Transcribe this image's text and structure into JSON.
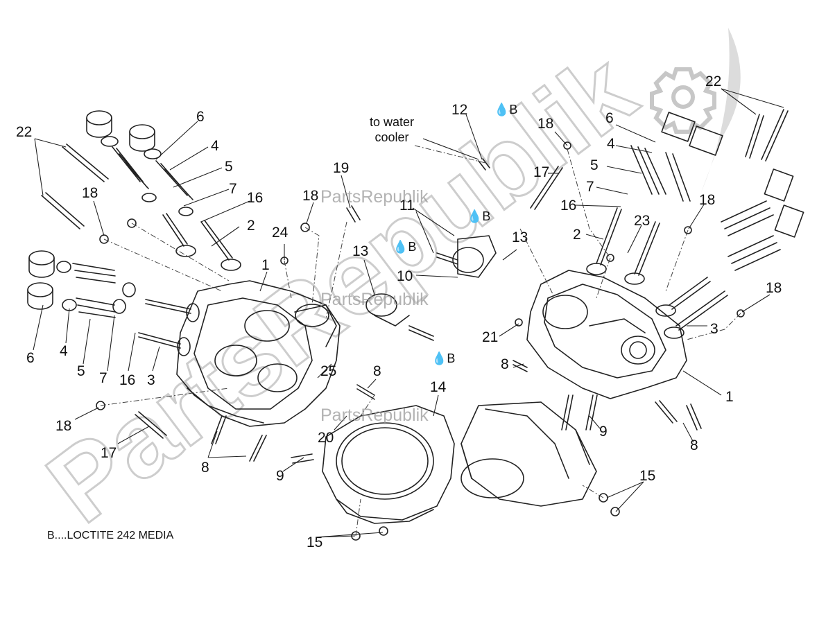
{
  "diagram": {
    "callouts": [
      {
        "id": "c22a",
        "label": "22"
      },
      {
        "id": "c6a",
        "label": "6"
      },
      {
        "id": "c4a",
        "label": "4"
      },
      {
        "id": "c5a",
        "label": "5"
      },
      {
        "id": "c7a",
        "label": "7"
      },
      {
        "id": "c16a",
        "label": "16"
      },
      {
        "id": "c2a",
        "label": "2"
      },
      {
        "id": "c18a",
        "label": "18"
      },
      {
        "id": "c19",
        "label": "19"
      },
      {
        "id": "c18b",
        "label": "18"
      },
      {
        "id": "c24",
        "label": "24"
      },
      {
        "id": "c1a",
        "label": "1"
      },
      {
        "id": "c6b",
        "label": "6"
      },
      {
        "id": "c4b",
        "label": "4"
      },
      {
        "id": "c5b",
        "label": "5"
      },
      {
        "id": "c7b",
        "label": "7"
      },
      {
        "id": "c16b",
        "label": "16"
      },
      {
        "id": "c3a",
        "label": "3"
      },
      {
        "id": "c18c",
        "label": "18"
      },
      {
        "id": "c17a",
        "label": "17"
      },
      {
        "id": "c8a",
        "label": "8"
      },
      {
        "id": "c25",
        "label": "25"
      },
      {
        "id": "c8b",
        "label": "8"
      },
      {
        "id": "c20",
        "label": "20"
      },
      {
        "id": "c9a",
        "label": "9"
      },
      {
        "id": "c15a",
        "label": "15"
      },
      {
        "id": "c14",
        "label": "14"
      },
      {
        "id": "c12",
        "label": "12"
      },
      {
        "id": "c11",
        "label": "11"
      },
      {
        "id": "c13a",
        "label": "13"
      },
      {
        "id": "c13b",
        "label": "13"
      },
      {
        "id": "c10",
        "label": "10"
      },
      {
        "id": "c18d",
        "label": "18"
      },
      {
        "id": "c17b",
        "label": "17"
      },
      {
        "id": "c16c",
        "label": "16"
      },
      {
        "id": "c6c",
        "label": "6"
      },
      {
        "id": "c4c",
        "label": "4"
      },
      {
        "id": "c5c",
        "label": "5"
      },
      {
        "id": "c7c",
        "label": "7"
      },
      {
        "id": "c2b",
        "label": "2"
      },
      {
        "id": "c23",
        "label": "23"
      },
      {
        "id": "c22b",
        "label": "22"
      },
      {
        "id": "c18e",
        "label": "18"
      },
      {
        "id": "c18f",
        "label": "18"
      },
      {
        "id": "c3b",
        "label": "3"
      },
      {
        "id": "c21",
        "label": "21"
      },
      {
        "id": "c8c",
        "label": "8"
      },
      {
        "id": "c1b",
        "label": "1"
      },
      {
        "id": "c9b",
        "label": "9"
      },
      {
        "id": "c8d",
        "label": "8"
      },
      {
        "id": "c15b",
        "label": "15"
      }
    ],
    "to_water_cooler": {
      "line1": "to water",
      "line2": "cooler"
    },
    "b_marker": "B",
    "legend_note": "B....LOCTITE 242 MEDIA"
  },
  "watermark": {
    "brand_text": "PartsRepublik",
    "big_text": "PartsRepublik",
    "icon": "gear-icon",
    "color": "#b0b0b0"
  },
  "colors": {
    "line": "#222222",
    "watermark": "#b0b0b0"
  }
}
